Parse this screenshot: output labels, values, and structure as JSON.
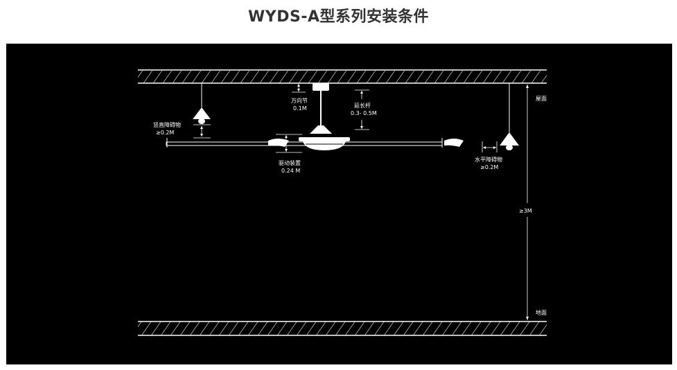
{
  "page": {
    "title": "WYDS-A型系列安装条件"
  },
  "diagram": {
    "colors": {
      "background": "#000000",
      "line": "#ffffff"
    },
    "labels": {
      "universal_joint": "万向节",
      "universal_joint_value": "0.1M",
      "extension_rod": "延长杆",
      "extension_rod_value": "0.3- 0.5M",
      "vertical_obstacle": "竖直障碍物",
      "vertical_obstacle_value": "≥0.2M",
      "drive_unit": "驱动装置",
      "drive_unit_value": "0.24 M",
      "horizontal_obstacle": "水平障碍物",
      "horizontal_obstacle_value": "≥0.2M",
      "roof": "屋面",
      "floor": "地面",
      "height": "≥3M"
    }
  }
}
